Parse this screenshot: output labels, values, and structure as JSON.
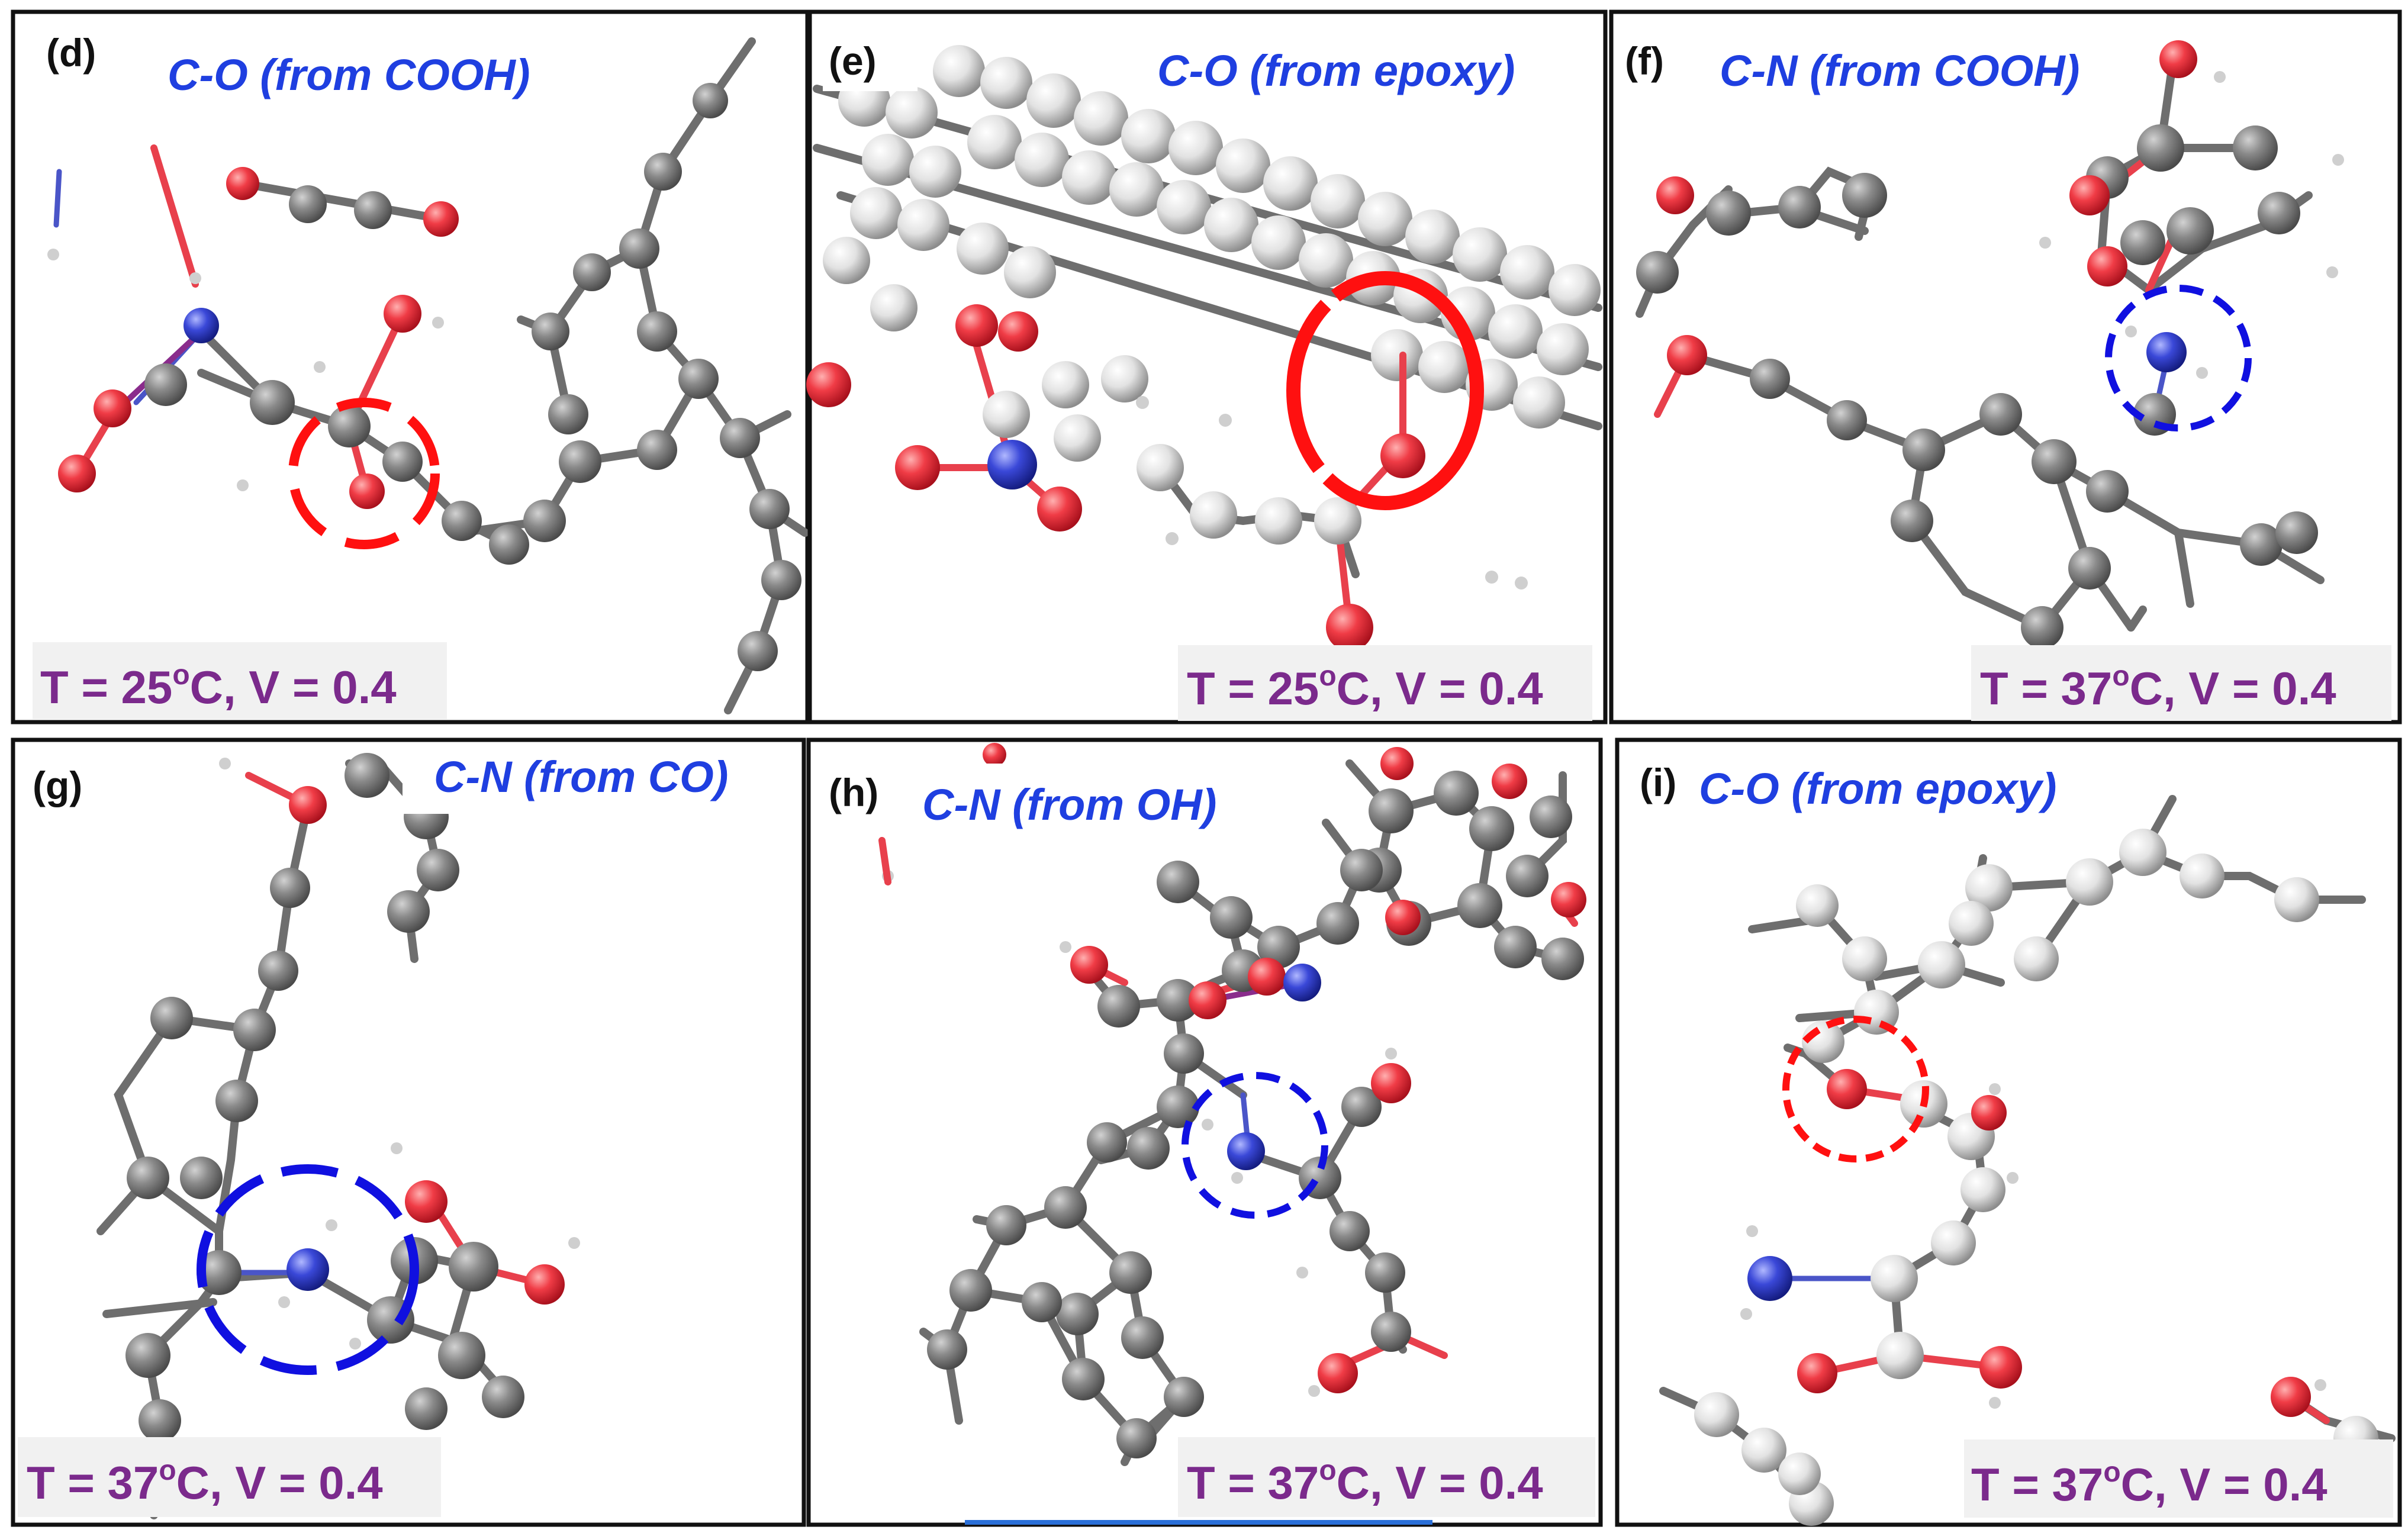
{
  "panels": [
    {
      "letter": "(d)",
      "title": "C-O (from COOH)",
      "condition": {
        "prefix": "T = 25",
        "sup": "o",
        "suffix": "C, V = 0.4"
      }
    },
    {
      "letter": "(e)",
      "title": "C-O (from epoxy)",
      "condition": {
        "prefix": "T = 25",
        "sup": "o",
        "suffix": "C, V = 0.4"
      }
    },
    {
      "letter": "(f)",
      "title": "C-N (from COOH)",
      "condition": {
        "prefix": "T = 37",
        "sup": "o",
        "suffix": "C, V = 0.4"
      }
    },
    {
      "letter": "(g)",
      "title": "C-N (from CO)",
      "condition": {
        "prefix": "T = 37",
        "sup": "o",
        "suffix": "C, V = 0.4"
      }
    },
    {
      "letter": "(h)",
      "title": "C-N (from OH)",
      "condition": {
        "prefix": "T = 37",
        "sup": "o",
        "suffix": "C, V = 0.4"
      }
    },
    {
      "letter": "(i)",
      "title": "C-O (from epoxy)",
      "condition": {
        "prefix": "T = 37",
        "sup": "o",
        "suffix": "C, V = 0.4"
      }
    }
  ],
  "colors": {
    "title_blue": "#1f3fe0",
    "condition_purple": "#7b2a8c",
    "highlight_red": "#ff1010",
    "highlight_blue": "#1010e0",
    "carbon": "#6e6e6e",
    "oxygen": "#e8404c",
    "nitrogen": "#3a48d8"
  }
}
